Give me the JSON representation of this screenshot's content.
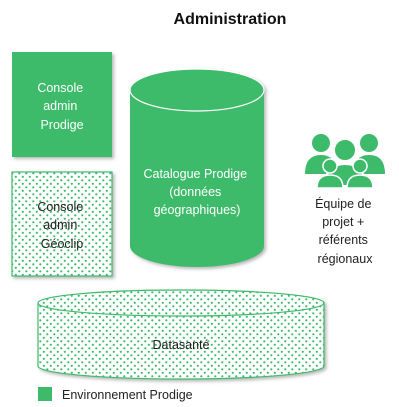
{
  "title": "Administration",
  "nodes": {
    "console_prodige": [
      "Console",
      "admin",
      "Prodige"
    ],
    "console_geoclip": [
      "Console",
      "admin",
      "Géoclip"
    ],
    "catalogue": [
      "Catalogue Prodige",
      "(données",
      "géographiques)"
    ],
    "team": [
      "Équipe de",
      "projet +",
      "référents",
      "régionaux"
    ],
    "datasante": "Datasanté"
  },
  "legend": {
    "label": "Environnement Prodige"
  },
  "colors": {
    "prodige_green": "#3dbb6a",
    "dots_green": "#3dbb6a",
    "shadow": "#9a9a9a"
  },
  "icons": {
    "team": "group-people-icon",
    "legend_swatch": "green-square"
  }
}
